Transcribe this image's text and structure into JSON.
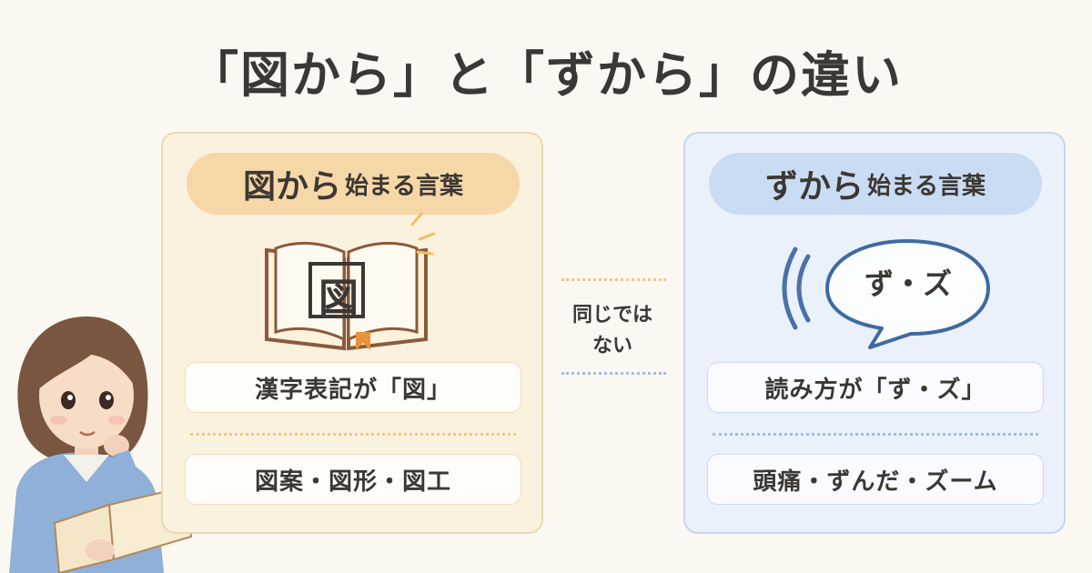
{
  "title": "「図から」と「ずから」の違い",
  "left_panel": {
    "heading_big": "図から",
    "heading_small": "始まる言葉",
    "book_glyph": "図",
    "rule": "漢字表記が「図」",
    "examples": "図案・図形・図工",
    "icon": "open-book-icon",
    "accent_color": "#f6d7a7"
  },
  "right_panel": {
    "heading_big": "ずから",
    "heading_small": "始まる言葉",
    "bubble_text": "ず・ズ",
    "rule": "読み方が「ず・ズ」",
    "examples": "頭痛・ずんだ・ズーム",
    "icon": "speech-bubble-icon",
    "accent_color": "#c9dcf3"
  },
  "middle": {
    "line1": "同じでは",
    "line2": "ない"
  }
}
